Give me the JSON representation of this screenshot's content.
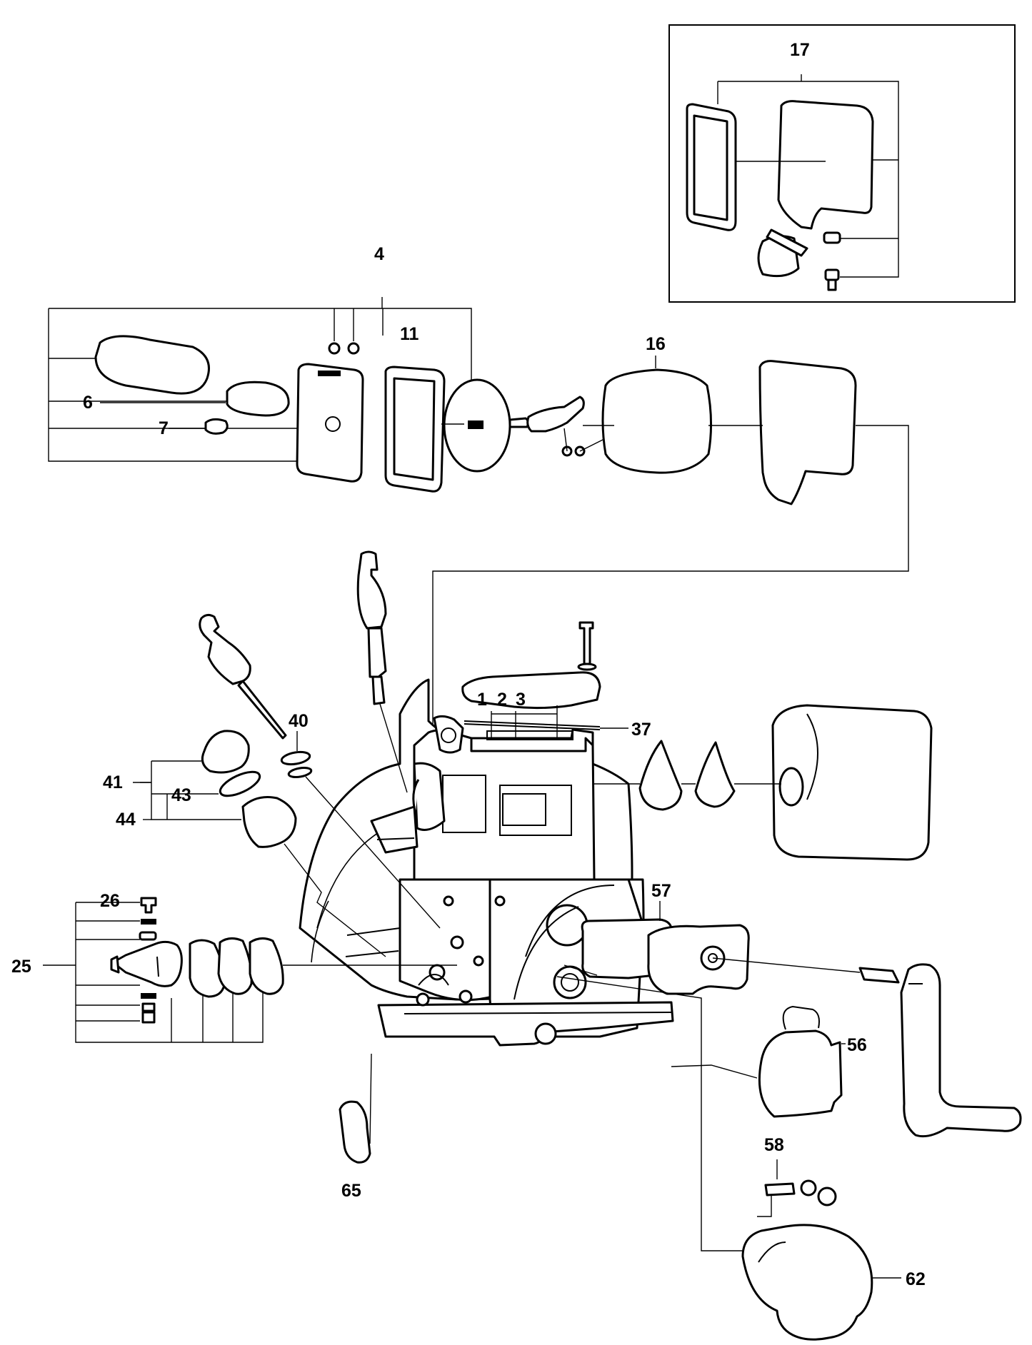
{
  "callouts": {
    "c1": "1",
    "c2": "2",
    "c3": "3",
    "c4": "4",
    "c6": "6",
    "c7": "7",
    "c11": "11",
    "c16": "16",
    "c17": "17",
    "c25": "25",
    "c26": "26",
    "c37": "37",
    "c40": "40",
    "c41": "41",
    "c43": "43",
    "c44": "44",
    "c56": "56",
    "c57": "57",
    "c58": "58",
    "c62": "62",
    "c65": "65"
  },
  "colors": {
    "ink": "#000000",
    "paper": "#ffffff"
  }
}
